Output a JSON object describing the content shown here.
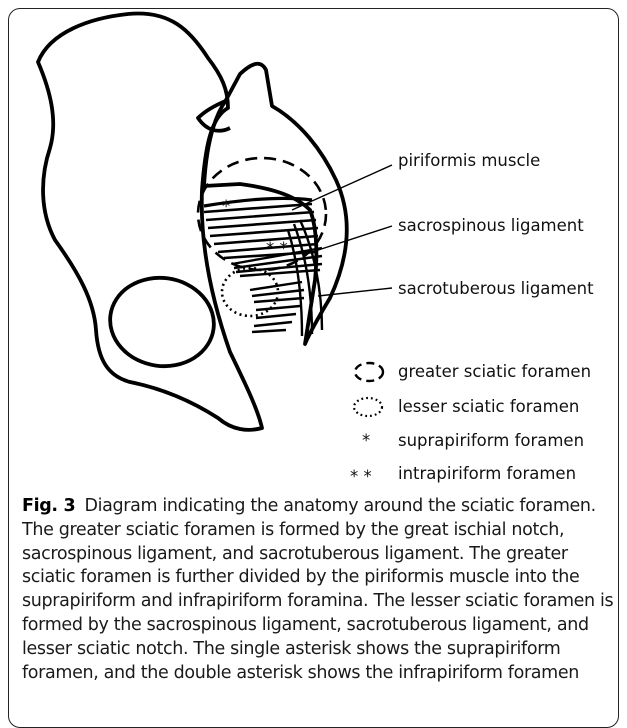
{
  "labels": {
    "piriformis": "piriformis muscle",
    "sacrospinous": "sacrospinous ligament",
    "sacrotuberous": "sacrotuberous ligament"
  },
  "markers": {
    "single": "*",
    "double": "* *"
  },
  "legend": [
    {
      "icon": "dashed-circle-icon",
      "symbol": "",
      "label": "greater sciatic foramen"
    },
    {
      "icon": "dotted-circle-icon",
      "symbol": "",
      "label": "lesser sciatic foramen"
    },
    {
      "icon": "single-asterisk-icon",
      "symbol": "*",
      "label": "suprapiriform foramen"
    },
    {
      "icon": "double-asterisk-icon",
      "symbol": "* *",
      "label": "intrapiriform foramen"
    }
  ],
  "caption": {
    "figure_label": "Fig. 3",
    "text": "Diagram indicating the anatomy around the sciatic foramen. The greater sciatic foramen is formed by the great ischial notch, sacrospinous ligament, and sacrotuberous ligament. The greater sciatic foramen is further divided by the piriformis muscle into the suprapiriform and infrapiriform foramina. The lesser sciatic foramen is formed by the sacrospinous ligament, sacrotuberous ligament, and lesser sciatic notch. The single asterisk shows the suprapiriform foramen, and the double asterisk shows the infrapiriform foramen"
  }
}
